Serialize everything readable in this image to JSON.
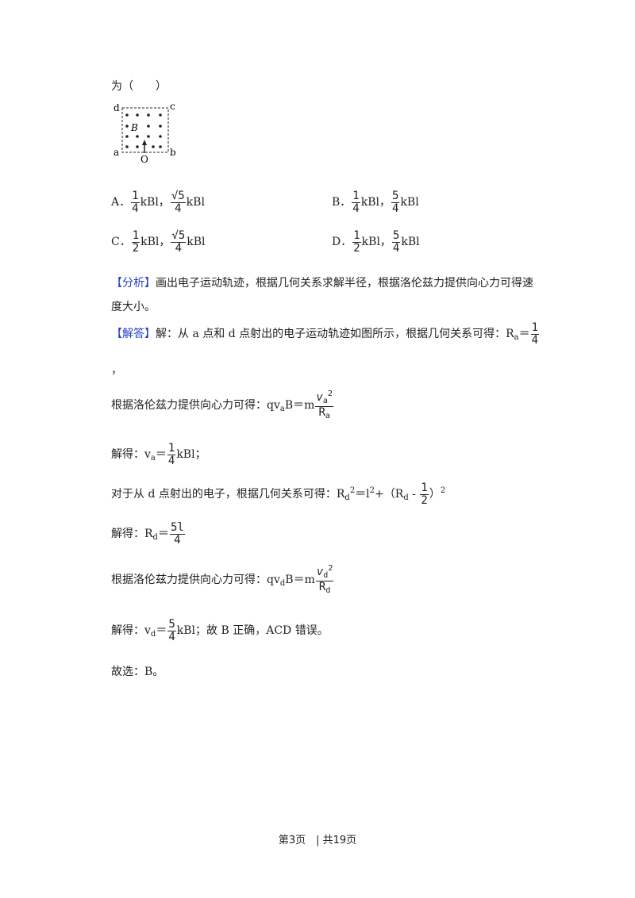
{
  "question_tail": "为（　　）",
  "figure": {
    "labels": {
      "d": "d",
      "c": "c",
      "a": "a",
      "b": "b",
      "B": "B",
      "O": "O"
    }
  },
  "options": {
    "A": {
      "label": "A．",
      "f1_num": "1",
      "f1_den": "4",
      "mid": "kBl，",
      "f2_num": "√5",
      "f2_den": "4",
      "tail": "kBl"
    },
    "B": {
      "label": "B．",
      "f1_num": "1",
      "f1_den": "4",
      "mid": "kBl，",
      "f2_num": "5",
      "f2_den": "4",
      "tail": "kBl"
    },
    "C": {
      "label": "C．",
      "f1_num": "1",
      "f1_den": "2",
      "mid": "kBl，",
      "f2_num": "√5",
      "f2_den": "4",
      "tail": "kBl"
    },
    "D": {
      "label": "D．",
      "f1_num": "1",
      "f1_den": "2",
      "mid": "kBl，",
      "f2_num": "5",
      "f2_den": "4",
      "tail": "kBl"
    }
  },
  "analysis": {
    "tag": "【分析】",
    "text1": "画出电子运动轨迹，根据几何关系求解半径，根据洛伦兹力提供向心力可得速",
    "text2": "度大小。"
  },
  "answer": {
    "tag": "【解答】",
    "text": "解：从 a 点和 d 点射出的电子运动轨迹如图所示，根据几何关系可得：R",
    "ra_sub": "a",
    "eq": "＝",
    "ra_num": "1",
    "ra_den": "4",
    "comma": "，"
  },
  "step1": {
    "text": "根据洛伦兹力提供向心力可得：qv",
    "sub": "a",
    "mid": "B＝m",
    "num_v": "v",
    "num_sub": "a",
    "num_sup": "2",
    "den_r": "R",
    "den_sub": "a"
  },
  "step2": {
    "text": "解得：v",
    "sub": "a",
    "eq": "＝",
    "num": "1",
    "den": "4",
    "tail": "kBl；"
  },
  "step3": {
    "text": "对于从 d 点射出的电子，根据几何关系可得：R",
    "sub": "d",
    "sup": "2",
    "mid": "＝l",
    "sup2": "2",
    "mid2": "+（R",
    "sub2": "d",
    "mid3": " - ",
    "num": "1",
    "den": "2",
    "tail": "）",
    "sup3": "2"
  },
  "step4": {
    "text": "解得：R",
    "sub": "d",
    "eq": "＝",
    "num": "5l",
    "den": "4"
  },
  "step5": {
    "text": "根据洛伦兹力提供向心力可得：qv",
    "sub": "d",
    "mid": "B＝m",
    "num_v": "v",
    "num_sub": "d",
    "num_sup": "2",
    "den_r": "R",
    "den_sub": "d"
  },
  "step6": {
    "text": "解得：v",
    "sub": "d",
    "eq": "＝",
    "num": "5",
    "den": "4",
    "tail": "kBl；故 B 正确，ACD 错误。"
  },
  "final": {
    "text": "故选：B。"
  },
  "footer": {
    "text": "第3页　| 共19页"
  }
}
